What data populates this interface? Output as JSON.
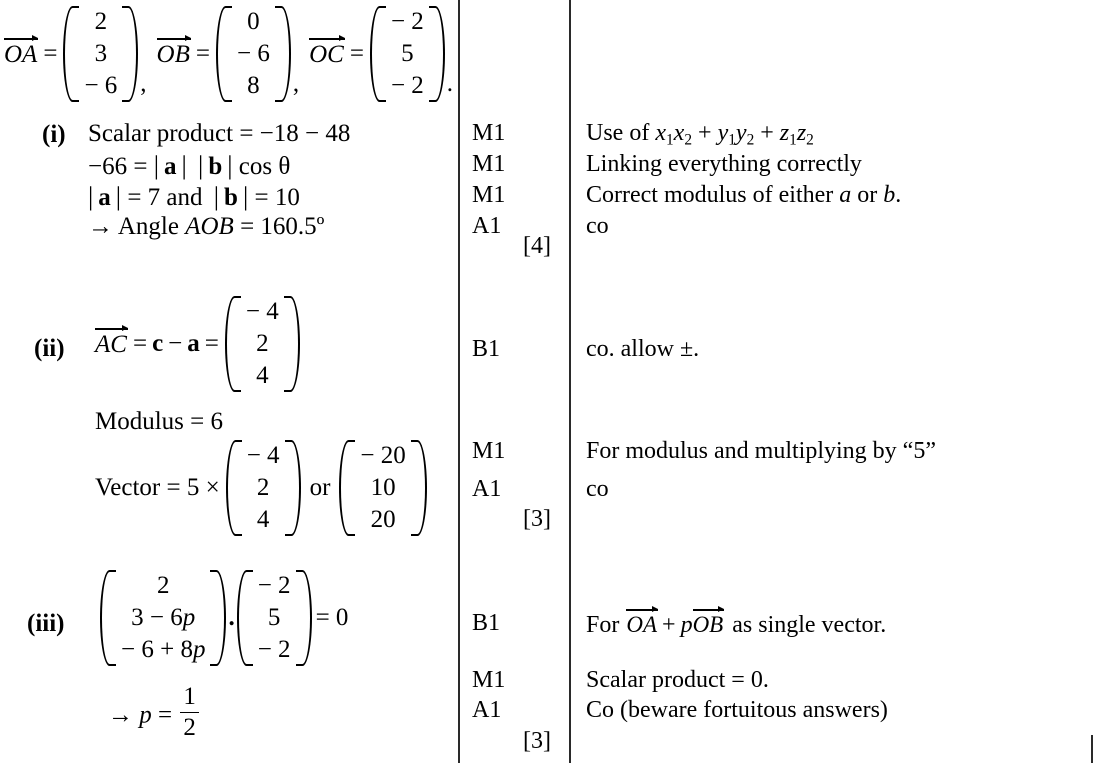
{
  "document": {
    "type": "mark-scheme",
    "background": "#ffffff",
    "ink": "#000000"
  },
  "givens": {
    "oa": {
      "label": "OA",
      "components": [
        "2",
        "3",
        "− 6"
      ]
    },
    "ob": {
      "label": "OB",
      "components": [
        "0",
        "− 6",
        "8"
      ]
    },
    "oc": {
      "label": "OC",
      "components": [
        "− 2",
        "5",
        "− 2"
      ]
    },
    "sep1": ",",
    "sep2": ",",
    "terminator": "."
  },
  "parts": [
    {
      "label": "(i)",
      "lines": [
        "Scalar product = −18 − 48",
        "−66 =  | a |  | b | cos θ",
        "| a | = 7 and  | b | = 10",
        "→ Angle AOB = 160.5º"
      ],
      "marks": [
        "M1",
        "M1",
        "M1",
        "A1"
      ],
      "total": "[4]",
      "comments": [
        "Use of x₁x₂ + y₁y₂ + z₁z₂",
        "Linking everything correctly",
        "Correct modulus of either a or b.",
        "co"
      ]
    },
    {
      "label": "(ii)",
      "ac_label": "AC",
      "ac_equals": "= c − a =",
      "ac_vector": [
        "− 4",
        "2",
        "4"
      ],
      "modulus_line": "Modulus = 6",
      "vector_line_prefix": "Vector = 5 ×",
      "vector_a": [
        "− 4",
        "2",
        "4"
      ],
      "or_word": "or",
      "vector_b": [
        "− 20",
        "10",
        "20"
      ],
      "marks": [
        "B1",
        "M1",
        "A1"
      ],
      "total": "[3]",
      "comments": [
        "co.  allow ±.",
        "For modulus and multiplying by “5”",
        "co"
      ]
    },
    {
      "label": "(iii)",
      "vector_left": [
        "2",
        "3 − 6p",
        "− 6 + 8p"
      ],
      "dot": ".",
      "vector_right": [
        "− 2",
        "5",
        "− 2"
      ],
      "equals_zero": "= 0",
      "result_prefix": "→ p =",
      "result_numerator": "1",
      "result_denominator": "2",
      "marks": [
        "B1",
        "M1",
        "A1"
      ],
      "total": "[3]",
      "comments": [
        "For OA + pOB  as single vector.",
        "Scalar product = 0.",
        "Co (beware fortuitous answers)"
      ],
      "comment_vec_1": "OA",
      "comment_vec_2": "OB",
      "comment_plus": "+",
      "comment_p": "p",
      "comment_for": "For",
      "comment_tail": "as single vector."
    }
  ]
}
